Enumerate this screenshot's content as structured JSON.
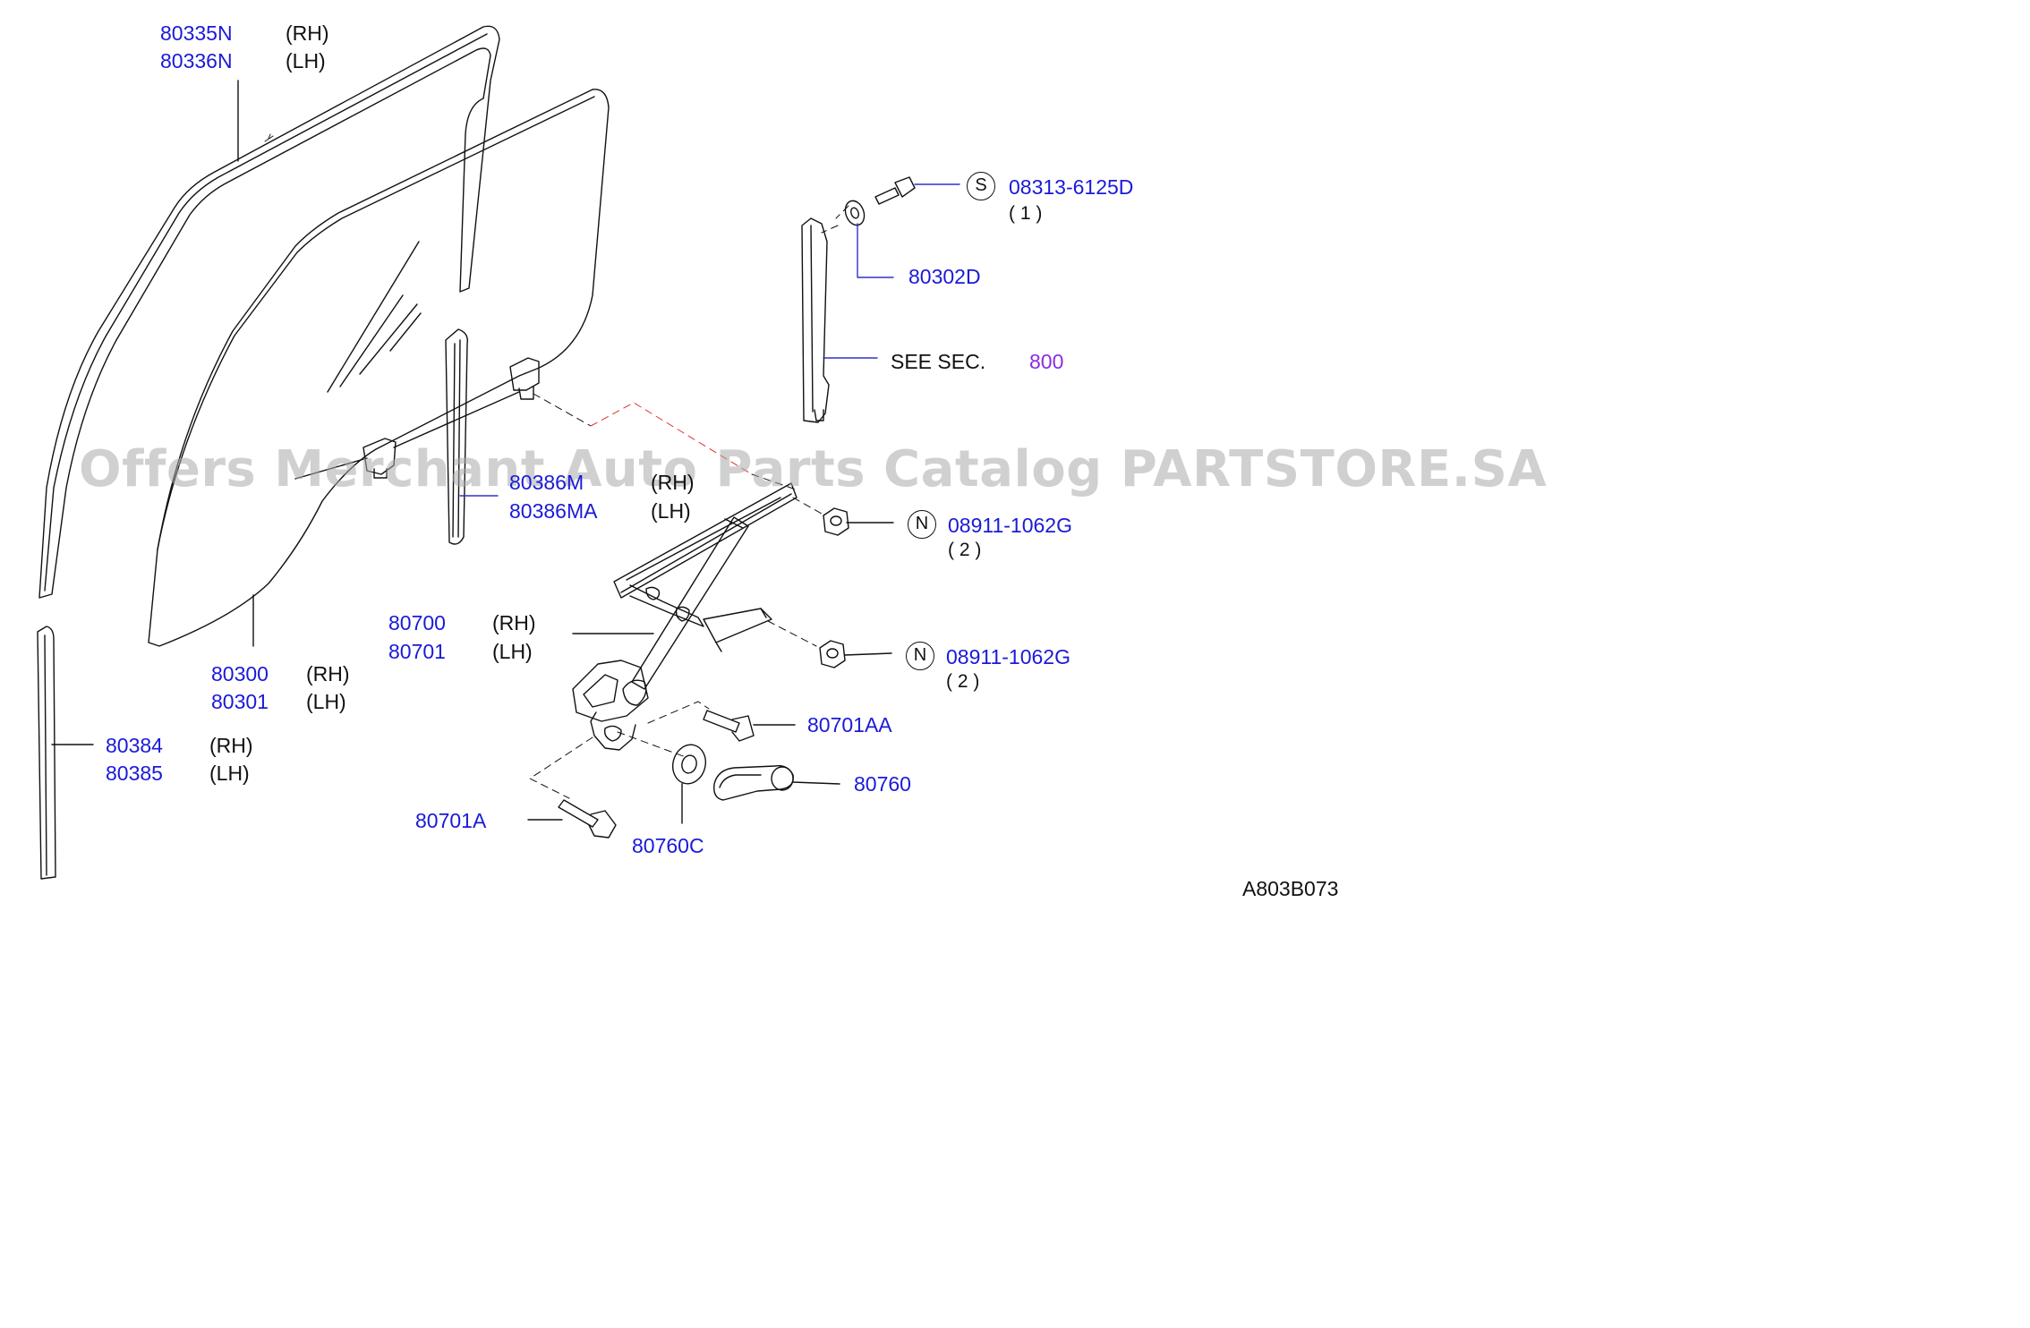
{
  "watermark": "Offers Merchant Auto Parts Catalog PARTSTORE.SA",
  "diagram_code": "A803B073",
  "see_section": {
    "prefix": "SEE  SEC.",
    "number": "800"
  },
  "side_labels": {
    "rh": "(RH)",
    "lh": "(LH)"
  },
  "parts": {
    "run_channel": {
      "rh": "80335N",
      "lh": "80336N"
    },
    "door_glass": {
      "rh": "80300",
      "lh": "80301"
    },
    "rear_channel": {
      "rh": "80384",
      "lh": "80385"
    },
    "glass_channel": {
      "rh": "80386M",
      "lh": "80386MA"
    },
    "regulator": {
      "rh": "80700",
      "lh": "80701"
    },
    "bolt_upper": "80701AA",
    "bolt_lower": "80701A",
    "handle": "80760",
    "handle_washer": "80760C",
    "washer": "80302D"
  },
  "fasteners": [
    {
      "symbol": "S",
      "number": "08313-6125D",
      "qty": "( 1 )"
    },
    {
      "symbol": "N",
      "number": "08911-1062G",
      "qty": "( 2 )"
    },
    {
      "symbol": "N",
      "number": "08911-1062G",
      "qty": "( 2 )"
    }
  ],
  "colors": {
    "part_number": "#1a1ad8",
    "section_ref": "#8b2be2",
    "line": "#111111",
    "accent_dash": "#e23030"
  }
}
